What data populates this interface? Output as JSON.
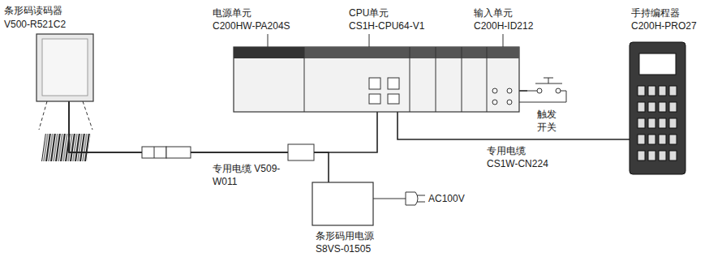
{
  "diagram": {
    "nodes": [
      {
        "text": [
          "条形码读码器",
          "V500-R521C2"
        ]
      },
      {
        "text": [
          "电源单元",
          "C200HW-PA204S"
        ]
      },
      {
        "text": [
          "CPU单元",
          "CS1H-CPU64-V1"
        ]
      },
      {
        "text": [
          "输入单元",
          "C200H-ID212"
        ]
      },
      {
        "text": [
          "触发 开关"
        ]
      },
      {
        "text": [
          "手持编程器",
          "C200H-PRO27"
        ]
      },
      {
        "text": [
          "条形码用电源",
          "S8VS-01505"
        ]
      }
    ],
    "edges": [
      {
        "from": 0,
        "to": 2,
        "arrow": "none",
        "label": "专用电缆 V509-W011"
      },
      {
        "from": 6,
        "to": 0,
        "arrow": "none"
      },
      {
        "from": 2,
        "to": 5,
        "arrow": "none",
        "label": "专用电缆 CS1W-CN224"
      },
      {
        "from": 3,
        "to": 4,
        "arrow": "none"
      }
    ],
    "labels": [
      "AC100V"
    ]
  }
}
